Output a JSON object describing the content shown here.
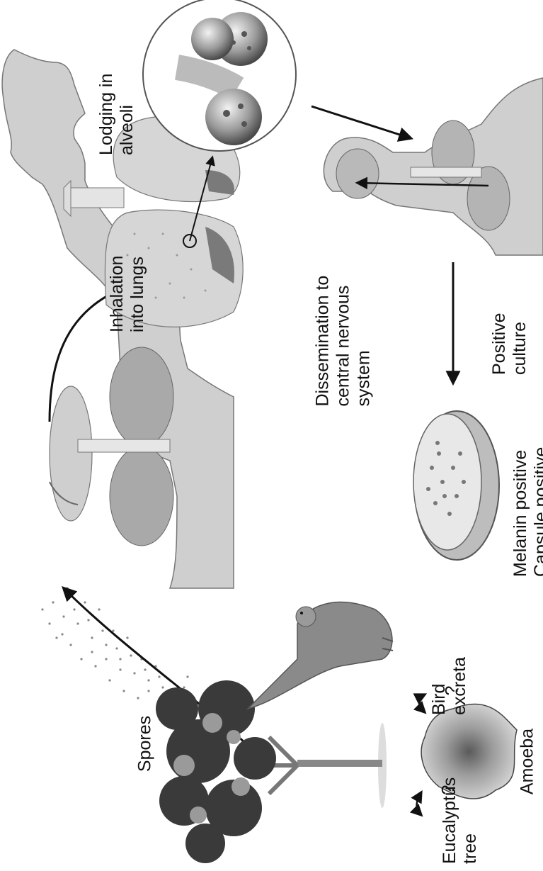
{
  "labels": {
    "spores": "Spores",
    "inhalation": "Inhalation\ninto lungs",
    "lodging": "Lodging in\nalveoli",
    "dissemination": "Dissemination to\ncentral nervous\nsystem",
    "culture": "Positive\nculture",
    "petri_result": "Melanin positive\nCapsule positive",
    "eucalyptus": "Eucalyptus\ntree",
    "bird": "Bird\nexcreta",
    "amoeba": "Amoeba",
    "question_1": "?",
    "question_2": "?"
  },
  "icons": {
    "tree": "eucalyptus-tree-icon",
    "bird": "bird-icon",
    "amoeba": "amoeba-icon",
    "human_1": "human-torso-icon",
    "lungs": "lungs-icon",
    "alveoli": "alveoli-magnified-icon",
    "human_2": "human-torso-brain-icon",
    "petri": "petri-dish-icon"
  }
}
